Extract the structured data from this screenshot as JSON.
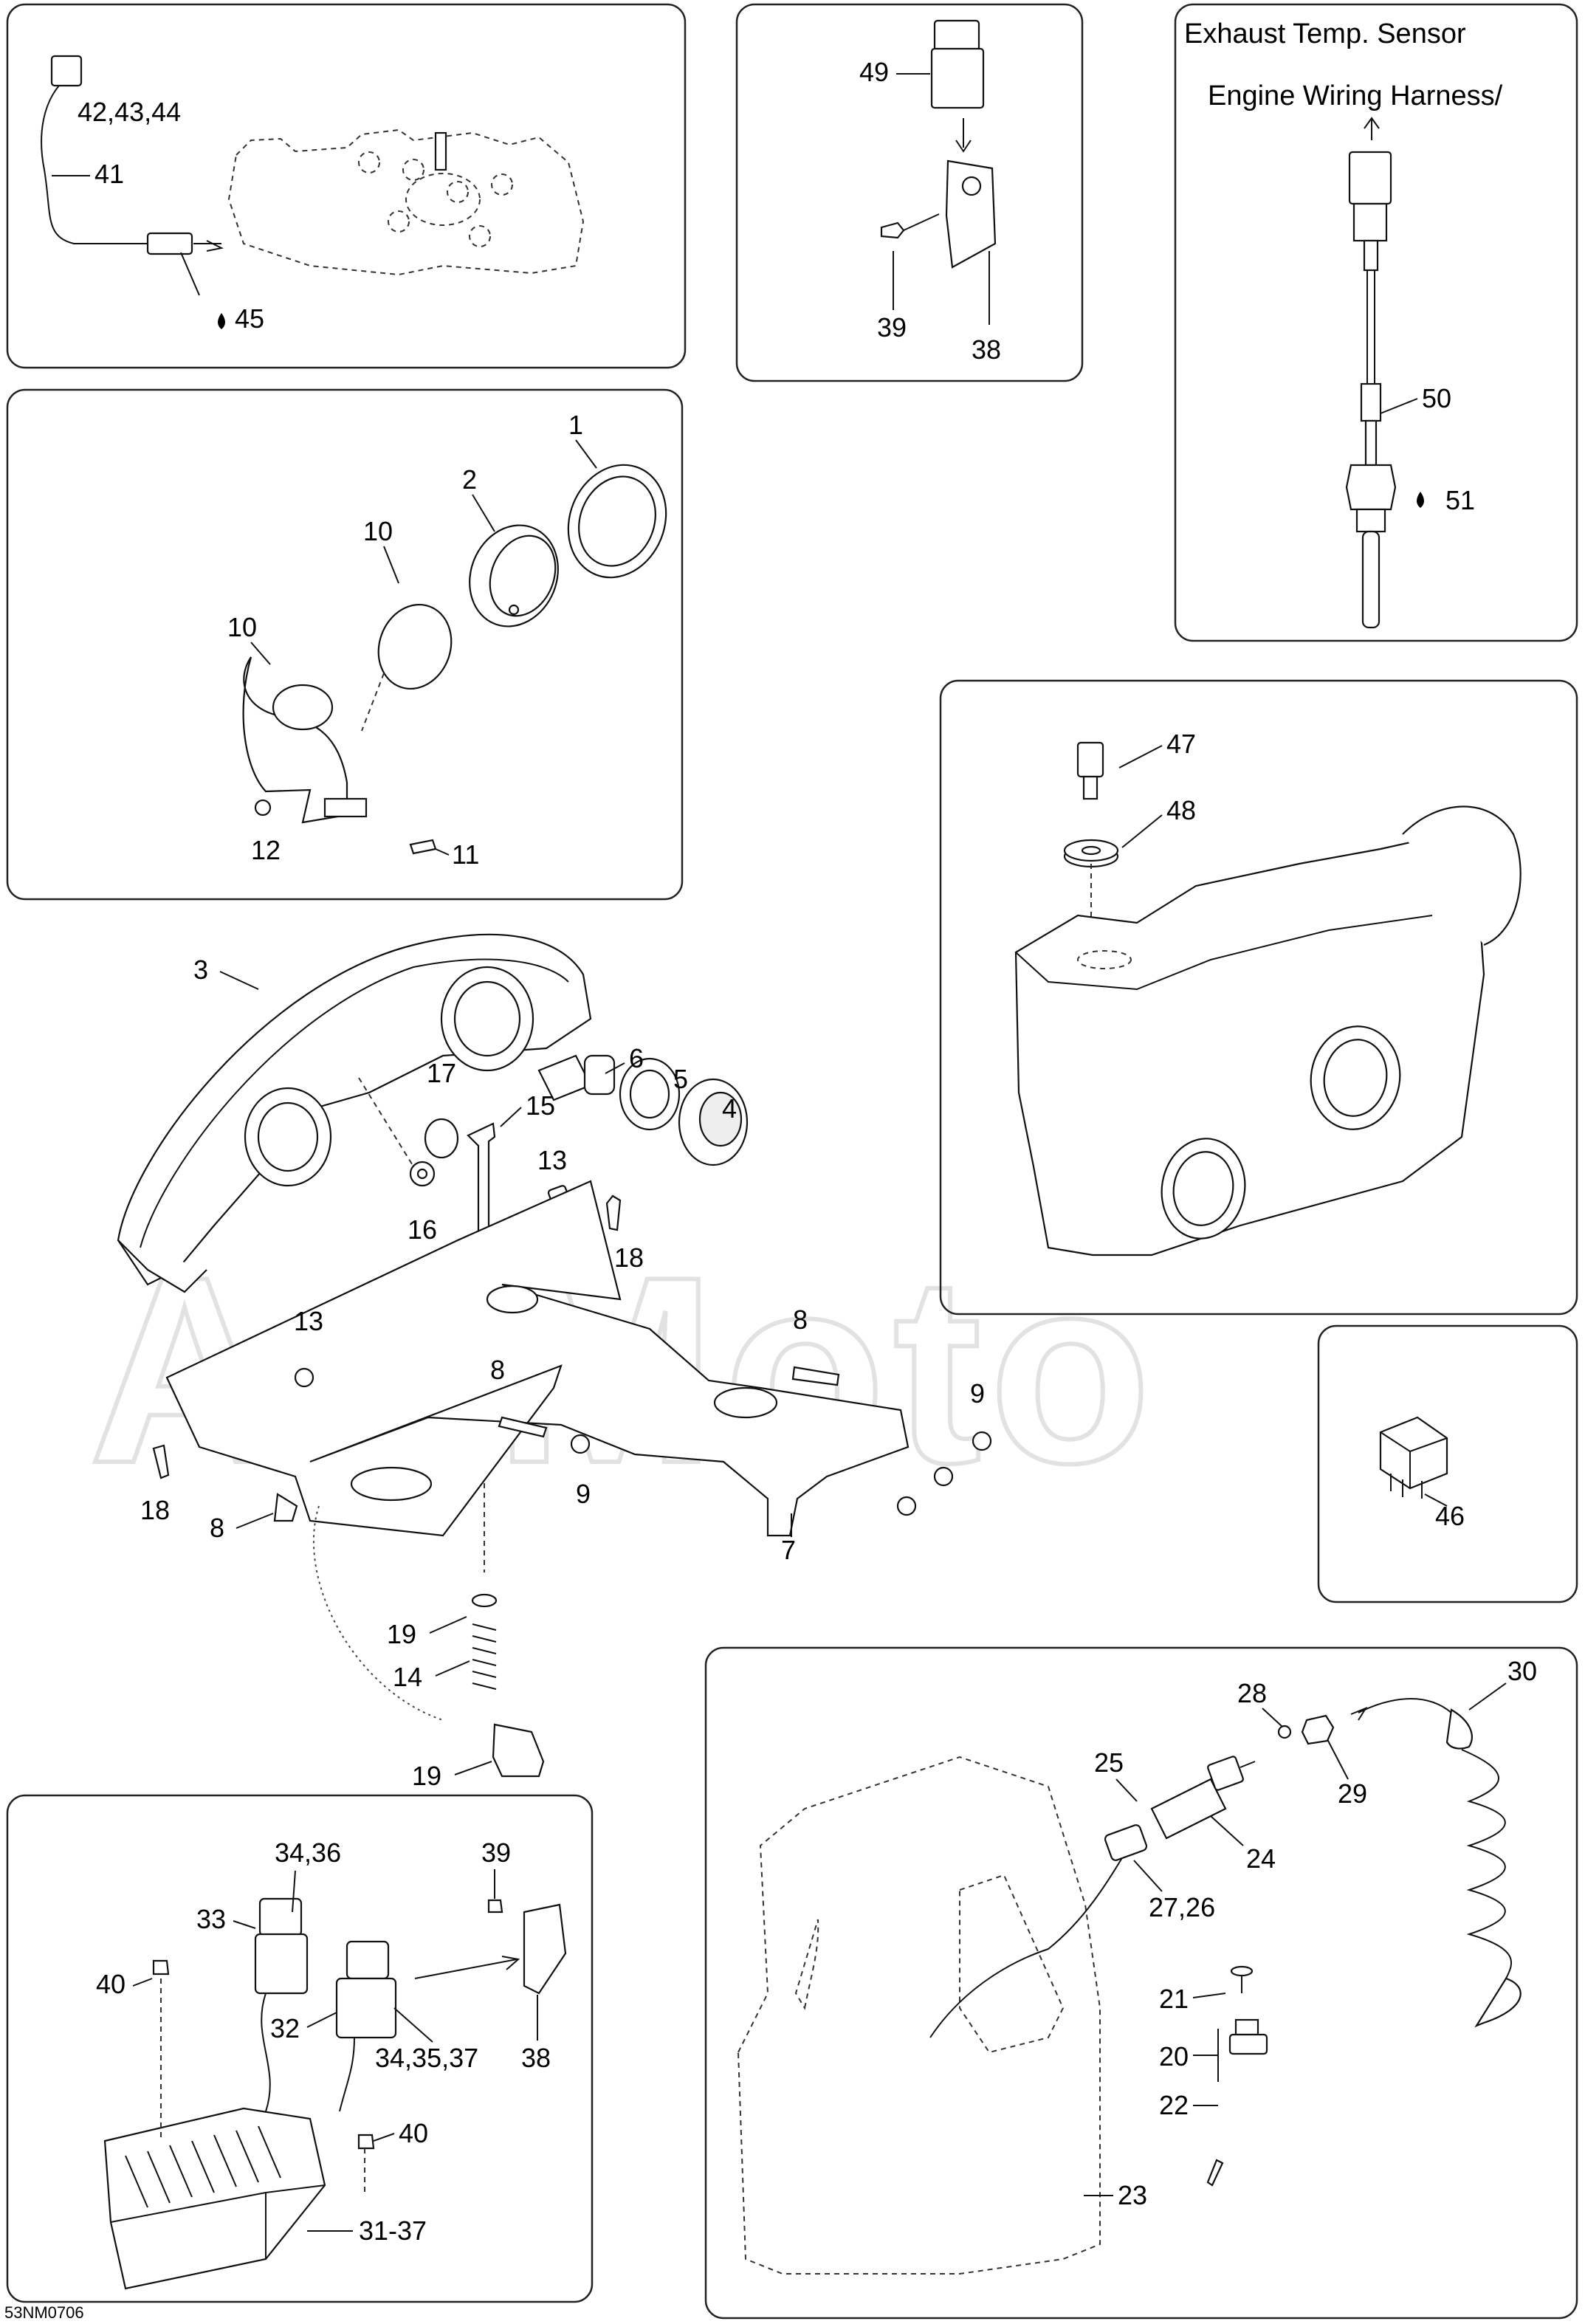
{
  "diagram": {
    "drawing_code": "53NM0706",
    "watermark": "ArtMoto",
    "headers": {
      "sensor_line1": "Exhaust Temp. Sensor",
      "sensor_line2": "Engine Wiring Harness/"
    },
    "callouts": {
      "c1": "1",
      "c2": "2",
      "c3": "3",
      "c4": "4",
      "c5": "5",
      "c6": "6",
      "c7": "7",
      "c8a": "8",
      "c8b": "8",
      "c8c": "8",
      "c9a": "9",
      "c9b": "9",
      "c10a": "10",
      "c10b": "10",
      "c11": "11",
      "c12": "12",
      "c13a": "13",
      "c13b": "13",
      "c14": "14",
      "c15": "15",
      "c16": "16",
      "c17": "17",
      "c18a": "18",
      "c18b": "18",
      "c19a": "19",
      "c19b": "19",
      "c20": "20",
      "c21": "21",
      "c22": "22",
      "c23": "23",
      "c24": "24",
      "c25": "25",
      "c27_26": "27,26",
      "c28": "28",
      "c29": "29",
      "c30": "30",
      "c31_37": "31-37",
      "c32": "32",
      "c33": "33",
      "c34_36": "34,36",
      "c34_35_37": "34,35,37",
      "c38a": "38",
      "c38b": "38",
      "c39a": "39",
      "c39b": "39",
      "c40a": "40",
      "c40b": "40",
      "c41": "41",
      "c42_44": "42,43,44",
      "c45": "45",
      "c46": "46",
      "c47": "47",
      "c48": "48",
      "c49": "49",
      "c50": "50",
      "c51": "51"
    }
  }
}
